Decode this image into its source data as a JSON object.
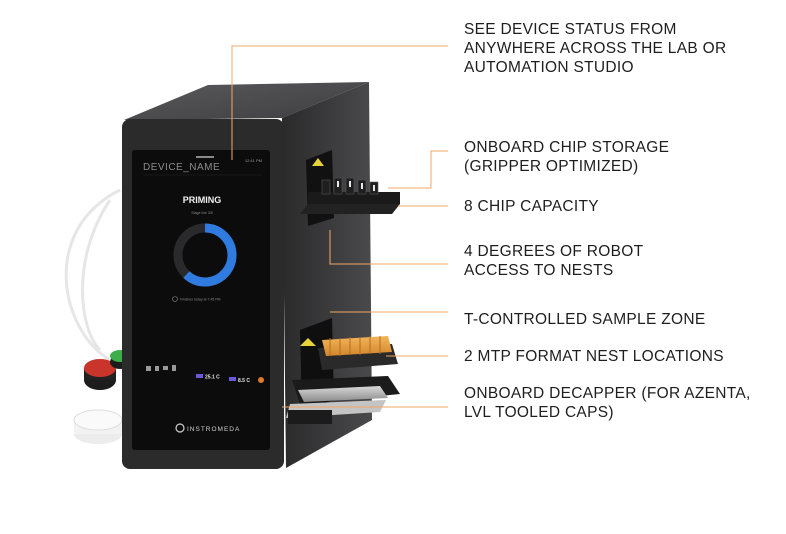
{
  "callouts": [
    {
      "lines": [
        "SEE DEVICE STATUS FROM",
        "ANYWHERE ACROSS THE LAB OR",
        "AUTOMATION STUDIO"
      ]
    },
    {
      "lines": [
        "ONBOARD CHIP STORAGE",
        "(GRIPPER OPTIMIZED)"
      ]
    },
    {
      "lines": [
        "8 CHIP CAPACITY"
      ]
    },
    {
      "lines": [
        "4 DEGREES OF ROBOT",
        "ACCESS TO NESTS"
      ]
    },
    {
      "lines": [
        "T-CONTROLLED SAMPLE ZONE"
      ]
    },
    {
      "lines": [
        "2 MTP FORMAT NEST LOCATIONS"
      ]
    },
    {
      "lines": [
        "ONBOARD DECAPPER (FOR AZENTA,",
        "LVL TOOLED CAPS)"
      ]
    }
  ],
  "device_screen": {
    "device_name": "DEVICE_NAME",
    "status": "PRIMING",
    "sub_status": "Stage line 3/5",
    "finish_note": "Finishes today at 7:45 PM",
    "time": "12:41 PM",
    "readout_1": "25.1 C",
    "readout_2": "8.5 C",
    "progress_fraction": 0.62
  },
  "brand": {
    "name": "INSTROMEDA"
  },
  "colors": {
    "leader": "#f0a868",
    "device_body": "#3a3a3b",
    "screen": "#0c0c0d",
    "progress": "#2f7be0",
    "tips": "#e8a046",
    "text": "#1e1e1e"
  }
}
